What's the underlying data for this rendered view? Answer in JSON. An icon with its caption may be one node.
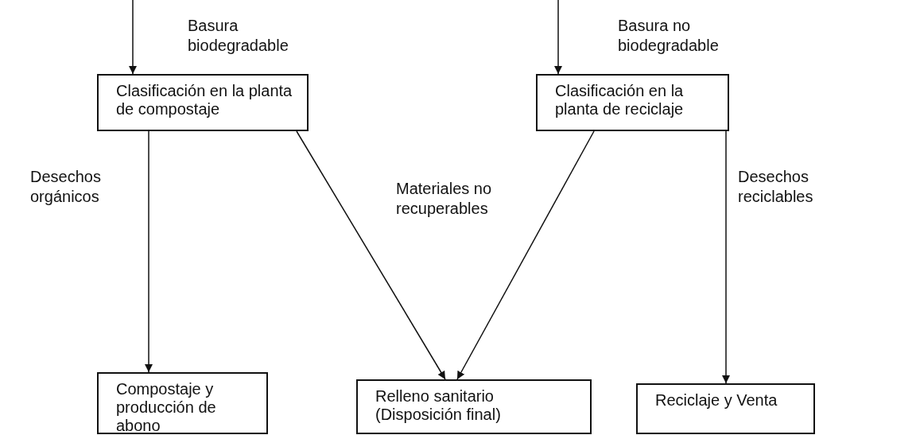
{
  "diagram": {
    "nodes": [
      {
        "text": [
          "Clasificación en la planta de compostaje"
        ]
      },
      {
        "text": [
          "Clasificación en la planta de reciclaje"
        ]
      },
      {
        "text": [
          "Compostaje y producción de abono"
        ]
      },
      {
        "text": [
          "Relleno sanitario (Disposición final)"
        ]
      },
      {
        "text": [
          "Reciclaje y Venta"
        ]
      }
    ],
    "edges": [
      {
        "from": null,
        "to": 0,
        "arrow": "to",
        "label": "Basura biodegradable"
      },
      {
        "from": null,
        "to": 1,
        "arrow": "to",
        "label": "Basura no biodegradable"
      },
      {
        "from": 0,
        "to": 2,
        "arrow": "to",
        "label": "Desechos orgánicos"
      },
      {
        "from": 0,
        "to": 3,
        "arrow": "to"
      },
      {
        "from": 1,
        "to": 3,
        "arrow": "to"
      },
      {
        "from": 1,
        "to": 4,
        "arrow": "to",
        "label": "Desechos reciclables"
      }
    ],
    "labels": [
      "Materiales no recuperables"
    ]
  }
}
